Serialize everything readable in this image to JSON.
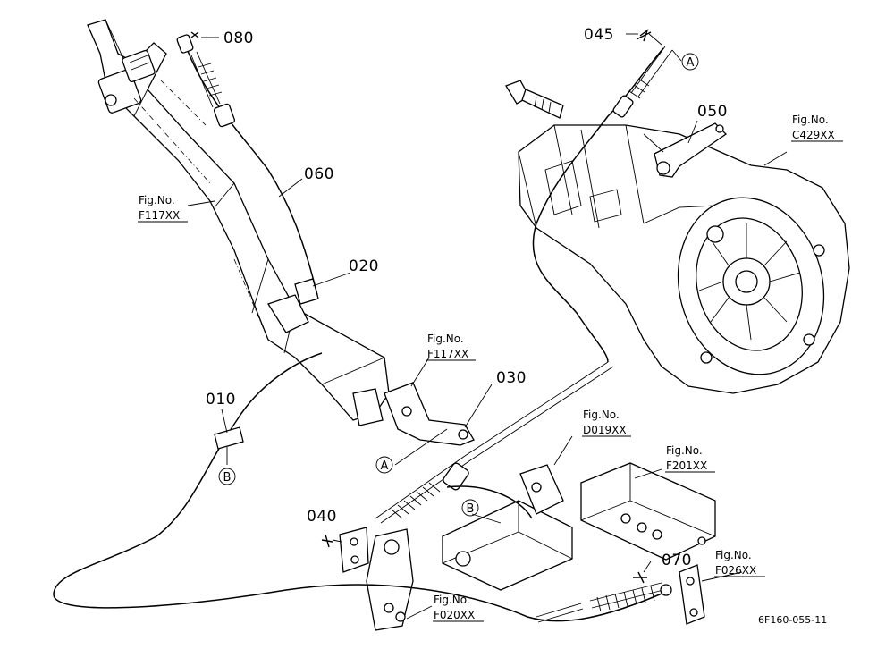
{
  "diagram": {
    "part_numbers": [
      {
        "id": "p080",
        "label": "080"
      },
      {
        "id": "p045",
        "label": "045"
      },
      {
        "id": "p050",
        "label": "050"
      },
      {
        "id": "p060",
        "label": "060"
      },
      {
        "id": "p020",
        "label": "020"
      },
      {
        "id": "p010",
        "label": "010"
      },
      {
        "id": "p030",
        "label": "030"
      },
      {
        "id": "p040",
        "label": "040"
      },
      {
        "id": "p070",
        "label": "070"
      }
    ],
    "fig_refs": [
      {
        "id": "f117a",
        "title": "Fig.No.",
        "code": "F117XX"
      },
      {
        "id": "c429",
        "title": "Fig.No.",
        "code": "C429XX"
      },
      {
        "id": "f117b",
        "title": "Fig.No.",
        "code": "F117XX"
      },
      {
        "id": "d019",
        "title": "Fig.No.",
        "code": "D019XX"
      },
      {
        "id": "f201",
        "title": "Fig.No.",
        "code": "F201XX"
      },
      {
        "id": "f026",
        "title": "Fig.No.",
        "code": "F026XX"
      },
      {
        "id": "f020",
        "title": "Fig.No.",
        "code": "F020XX"
      }
    ],
    "circle_refs": [
      {
        "id": "a1",
        "label": "A"
      },
      {
        "id": "a2",
        "label": "A"
      },
      {
        "id": "b1",
        "label": "B"
      },
      {
        "id": "b2",
        "label": "B"
      }
    ],
    "drawing_code": "6F160-055-11"
  }
}
